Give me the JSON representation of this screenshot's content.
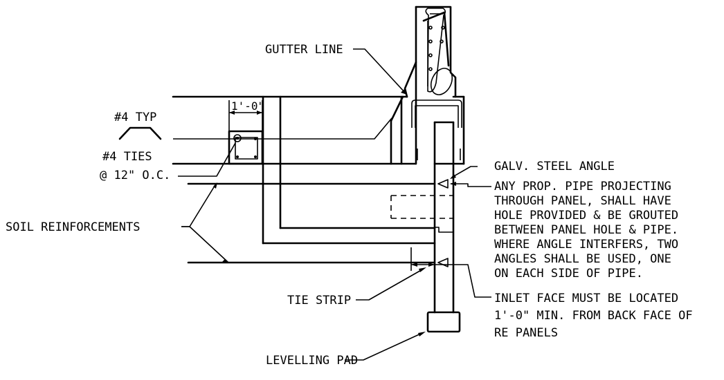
{
  "labels": {
    "gutter_line": "GUTTER LINE",
    "dim_1_0": "1'-0\"",
    "bar_4_typ": "#4 TYP",
    "ties_line1": "#4 TIES",
    "ties_line2": "@ 12\" O.C.",
    "galv_angle": "GALV. STEEL ANGLE",
    "pipe_note": [
      "ANY PROP. PIPE PROJECTING",
      "THROUGH PANEL, SHALL HAVE",
      "HOLE PROVIDED & BE GROUTED",
      "BETWEEN PANEL HOLE & PIPE.",
      "WHERE ANGLE INTERFERS, TWO",
      "ANGLES SHALL BE USED, ONE",
      "ON EACH SIDE OF PIPE."
    ],
    "soil_reinforcements": "SOIL REINFORCEMENTS",
    "tie_strip": "TIE STRIP",
    "inlet_note": [
      "INLET FACE MUST BE LOCATED",
      "1'-0\" MIN. FROM BACK FACE OF",
      "RE PANELS"
    ],
    "levelling_pad": "LEVELLING PAD"
  }
}
